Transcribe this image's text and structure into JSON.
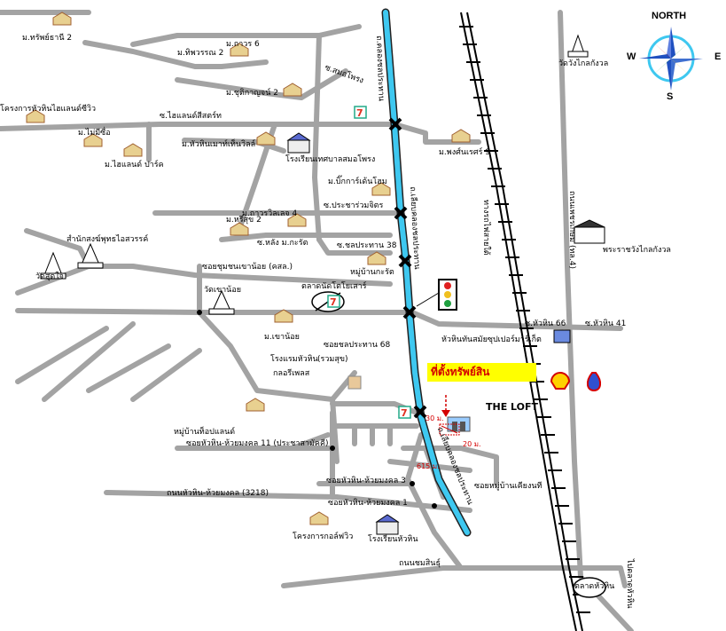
{
  "labels": {
    "moo_sap_thani2": "ม.ทรัพย์ธานี 2",
    "moo_thip_phawan2": "ม.ทิพวรรณ 2",
    "moo_thawon6": "ม.ถาวร 6",
    "soi_samophrong": "ซ.สมอโพรง",
    "moo_chuthikan2": "ม.ชุติกาญจน์ 2",
    "khrongkan_huahin_highland": "โครงการหัวหินไฮแลนด์ซีวิว",
    "soi_highland_street": "ซ.ไฮแลนด์สีสตร์ท",
    "moo_maisod": "ม.ไม่มีซื่อ",
    "moo_huahin_mountain": "ม.หัวหินเมาท์เท็นวิลล์",
    "school_samophrong": "โรงเรียนเทศบาลสมอโพรง",
    "moo_phongsan9": "ม.พงศ์นเรศร์ 9",
    "moo_highland_park": "ม.ไฮแลนด์ ปาร์ค",
    "moo_big_garden": "ม.บิ๊กการ์เด้นโฮม",
    "soi_pracha_ruam": "ซ.ประชาร่วมจิตร",
    "moo_thawon_villa4": "ม.ถาวรวิลเลจ 4",
    "moo_horisuk2": "ม.หรีสุข 2",
    "soi_lang_krarat": "ซ.หลัง ม.กะรัต",
    "soi_chonprathan38": "ซ.ชลประทาน 38",
    "moo_ban_krarat": "หมู่บ้านกะรัต",
    "samnak_song": "สำนักสงฆ์พุทธไอสวรรค์",
    "wat_suk_dao": "วัดสุดใจ",
    "soi_chumchon": "ซอยชุมชนเขาน้อย (คสล.)",
    "wat_khao_noi": "วัดเขาน้อย",
    "talat_nat": "ตลาดนัดโตโยเสาร์",
    "moo_khao_noi": "ม.เขาน้อย",
    "soi_chonprathan68": "ซอยชลประทาน 68",
    "soi_huahin66": "ซ.หัวหิน 66",
    "soi_huahin41": "ซ.หัวหิน 41",
    "huahin_market_village": "หัวหินทันสมัยซุปเปอร์มาร์เก็ต",
    "hotel_huahin": "โรงแรมหัวหิน",
    "hotel_glory": "กลอรีเพลส",
    "ruam_suk": "(รวมสุข)",
    "property_location": "ที่ตั้งทรัพย์สิน",
    "the_loft": "THE LOFT",
    "moo_top_land": "หมู่บ้านท็อปแลนด์",
    "soi_huahin_huaimongkol11": "ซอยหัวหิน-ห้วยมงคล 11 (ประชาสามัคคี)",
    "soi_huahin_huaimongkol3": "ซอยหัวหิน-ห้วยมงคล 3",
    "soi_moo_ban_khiang": "ซอยหมู่บ้านเคียงนที",
    "road_huahin_huaimongkol": "ถนนหัวหิน-ห้วยมงคล (3218)",
    "soi_huahin_huaimongkol1": "ซอยหัวหิน-ห้วยมงคล 1",
    "golf_project": "โครงการกอล์ฟวิว",
    "school_huahin": "โรงเรียนหัวหิน",
    "road_chomsin": "ถนนชมสินธุ์",
    "talat_huahin": "ตลาดหัวหิน",
    "wat_klai_kangwon": "วัดวังไกลกังวล",
    "palace_klai_kangwon": "พระราชวังไกลกังวล",
    "road_phetkasem": "ถนนเพชรเกษม (ทล.4)",
    "rail_line": "ทางรถไฟสายใต้",
    "canal_top": "ถ.คลองชลประทาน",
    "canal_mid": "ถ.เลียบคลองชลประทาน",
    "canal_lower": "ถ.เลียบคลองชลประทาน",
    "road_to_city": "ไปตลาดหัวหิน",
    "dist_30": "30 ม.",
    "dist_20": "20 ม.",
    "dist_615": "615 ม."
  },
  "compass": {
    "north": "NORTH",
    "w": "W",
    "e": "E",
    "s": "S"
  },
  "colors": {
    "canal": "#3ec8f0",
    "road": "#a0a0a0",
    "rail": "#000000",
    "highlight": "#ffff00",
    "accent_red": "#d40000"
  },
  "icons": [
    "house-icon",
    "temple-icon",
    "school-icon",
    "seven-eleven-icon",
    "traffic-light-icon",
    "shell-icon",
    "ptt-icon",
    "building-icon",
    "cross-marker-icon",
    "compass-rose-icon"
  ]
}
